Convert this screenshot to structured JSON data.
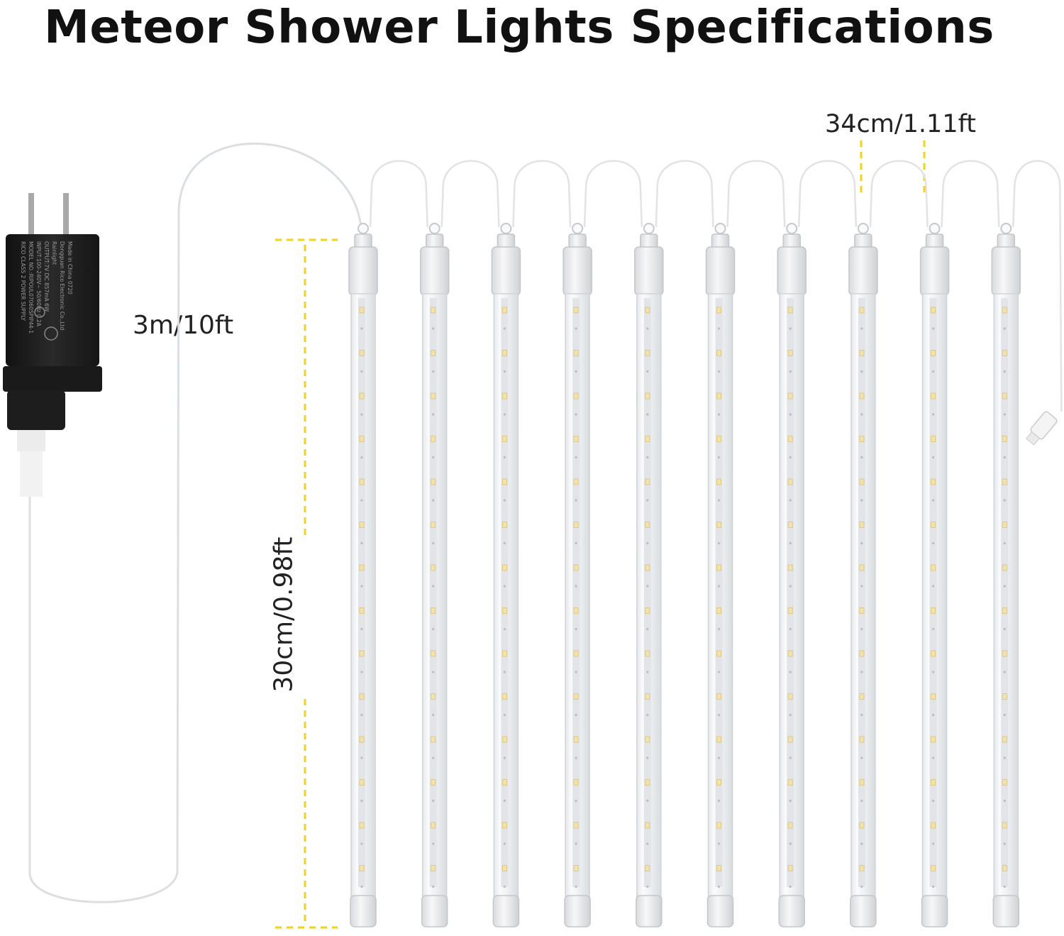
{
  "title": "Meteor Shower Lights Specifications",
  "dimensions": {
    "tube_spacing": "34cm/1.11ft",
    "cable_length": "3m/10ft",
    "tube_length": "30cm/0.98ft"
  },
  "adapter_label_lines": [
    "RICO CLASS 2 POWER SUPPLY",
    "MODEL NO.:RIPOUL07060SPIP44-1",
    "INPUT:100-240V~ 50/60Hz 0.2A",
    "OUTPUT:7V DC 857mA 6W",
    "Rainlight",
    "Dongguan Rico Electronic Co.,Ltd",
    "Made in China 0720"
  ],
  "colors": {
    "dimension_marker": "#f2d21b",
    "led": "#f4e2a8",
    "adapter": "#1c1c1c"
  },
  "icons": {
    "adapter": "power-adapter-icon",
    "tube": "led-tube-icon"
  }
}
